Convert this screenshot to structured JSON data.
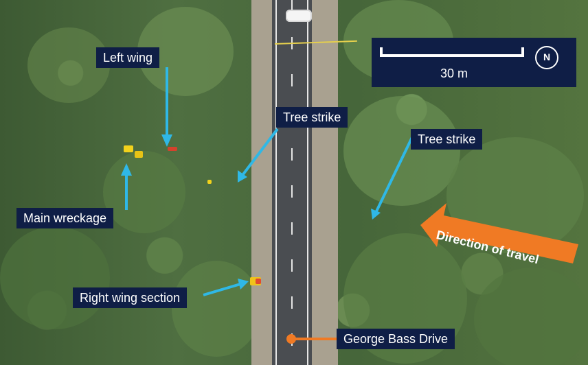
{
  "labels": {
    "left_wing": "Left wing",
    "tree_strike_1": "Tree strike",
    "tree_strike_2": "Tree strike",
    "main_wreckage": "Main wreckage",
    "right_wing_section": "Right wing section",
    "road_name": "George Bass Drive",
    "direction": "Direction of travel"
  },
  "scale": {
    "text": "30 m"
  },
  "compass": {
    "letter": "N"
  },
  "colors": {
    "label_bg": "#0f1e46",
    "pointer_blue": "#2fb8e6",
    "arrow_orange": "#f07a24"
  }
}
